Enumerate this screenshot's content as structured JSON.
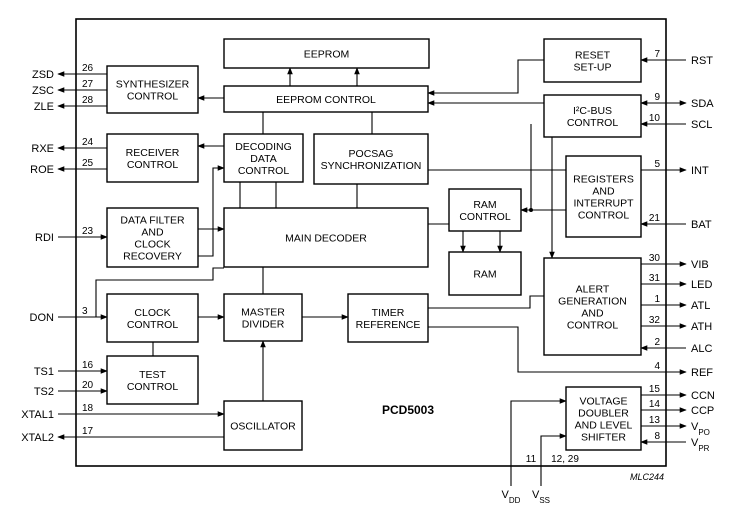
{
  "diagram": {
    "chip_name": "PCD5003",
    "figure_code": "MLC244",
    "blocks": {
      "eeprom": [
        "EEPROM"
      ],
      "eeprom_control": [
        "EEPROM CONTROL"
      ],
      "reset_setup": [
        "RESET",
        "SET-UP"
      ],
      "synthesizer_control": [
        "SYNTHESIZER",
        "CONTROL"
      ],
      "receiver_control": [
        "RECEIVER",
        "CONTROL"
      ],
      "decoding_data_control": [
        "DECODING",
        "DATA",
        "CONTROL"
      ],
      "pocsag_sync": [
        "POCSAG",
        "SYNCHRONIZATION"
      ],
      "i2c_bus_control": [
        "I²C-BUS",
        "CONTROL"
      ],
      "registers_interrupt": [
        "REGISTERS",
        "AND",
        "INTERRUPT",
        "CONTROL"
      ],
      "data_filter": [
        "DATA FILTER",
        "AND",
        "CLOCK",
        "RECOVERY"
      ],
      "main_decoder": [
        "MAIN DECODER"
      ],
      "ram_control": [
        "RAM",
        "CONTROL"
      ],
      "ram": [
        "RAM"
      ],
      "alert_generation": [
        "ALERT",
        "GENERATION",
        "AND",
        "CONTROL"
      ],
      "clock_control": [
        "CLOCK",
        "CONTROL"
      ],
      "master_divider": [
        "MASTER",
        "DIVIDER"
      ],
      "timer_reference": [
        "TIMER",
        "REFERENCE"
      ],
      "test_control": [
        "TEST",
        "CONTROL"
      ],
      "oscillator": [
        "OSCILLATOR"
      ],
      "voltage_doubler": [
        "VOLTAGE",
        "DOUBLER",
        "AND LEVEL",
        "SHIFTER"
      ]
    },
    "pins_left": [
      {
        "name": "ZSD",
        "num": "26"
      },
      {
        "name": "ZSC",
        "num": "27"
      },
      {
        "name": "ZLE",
        "num": "28"
      },
      {
        "name": "RXE",
        "num": "24"
      },
      {
        "name": "ROE",
        "num": "25"
      },
      {
        "name": "RDI",
        "num": "23"
      },
      {
        "name": "DON",
        "num": "3"
      },
      {
        "name": "TS1",
        "num": "16"
      },
      {
        "name": "TS2",
        "num": "20"
      },
      {
        "name": "XTAL1",
        "num": "18"
      },
      {
        "name": "XTAL2",
        "num": "17"
      }
    ],
    "pins_right": [
      {
        "name": "RST",
        "num": "7"
      },
      {
        "name": "SDA",
        "num": "9"
      },
      {
        "name": "SCL",
        "num": "10"
      },
      {
        "name": "INT",
        "num": "5"
      },
      {
        "name": "BAT",
        "num": "21"
      },
      {
        "name": "VIB",
        "num": "30"
      },
      {
        "name": "LED",
        "num": "31"
      },
      {
        "name": "ATL",
        "num": "1"
      },
      {
        "name": "ATH",
        "num": "32"
      },
      {
        "name": "ALC",
        "num": "2"
      },
      {
        "name": "REF",
        "num": "4"
      },
      {
        "name": "CCN",
        "num": "15"
      },
      {
        "name": "CCP",
        "num": "14"
      },
      {
        "name": "VPO",
        "num": "13",
        "main": "V",
        "sub": "PO"
      },
      {
        "name": "VPR",
        "num": "8",
        "main": "V",
        "sub": "PR"
      }
    ],
    "pins_bottom": [
      {
        "name": "VDD",
        "num": "11",
        "main": "V",
        "sub": "DD"
      },
      {
        "name": "VSS",
        "num": "12, 29",
        "main": "V",
        "sub": "SS"
      }
    ]
  }
}
